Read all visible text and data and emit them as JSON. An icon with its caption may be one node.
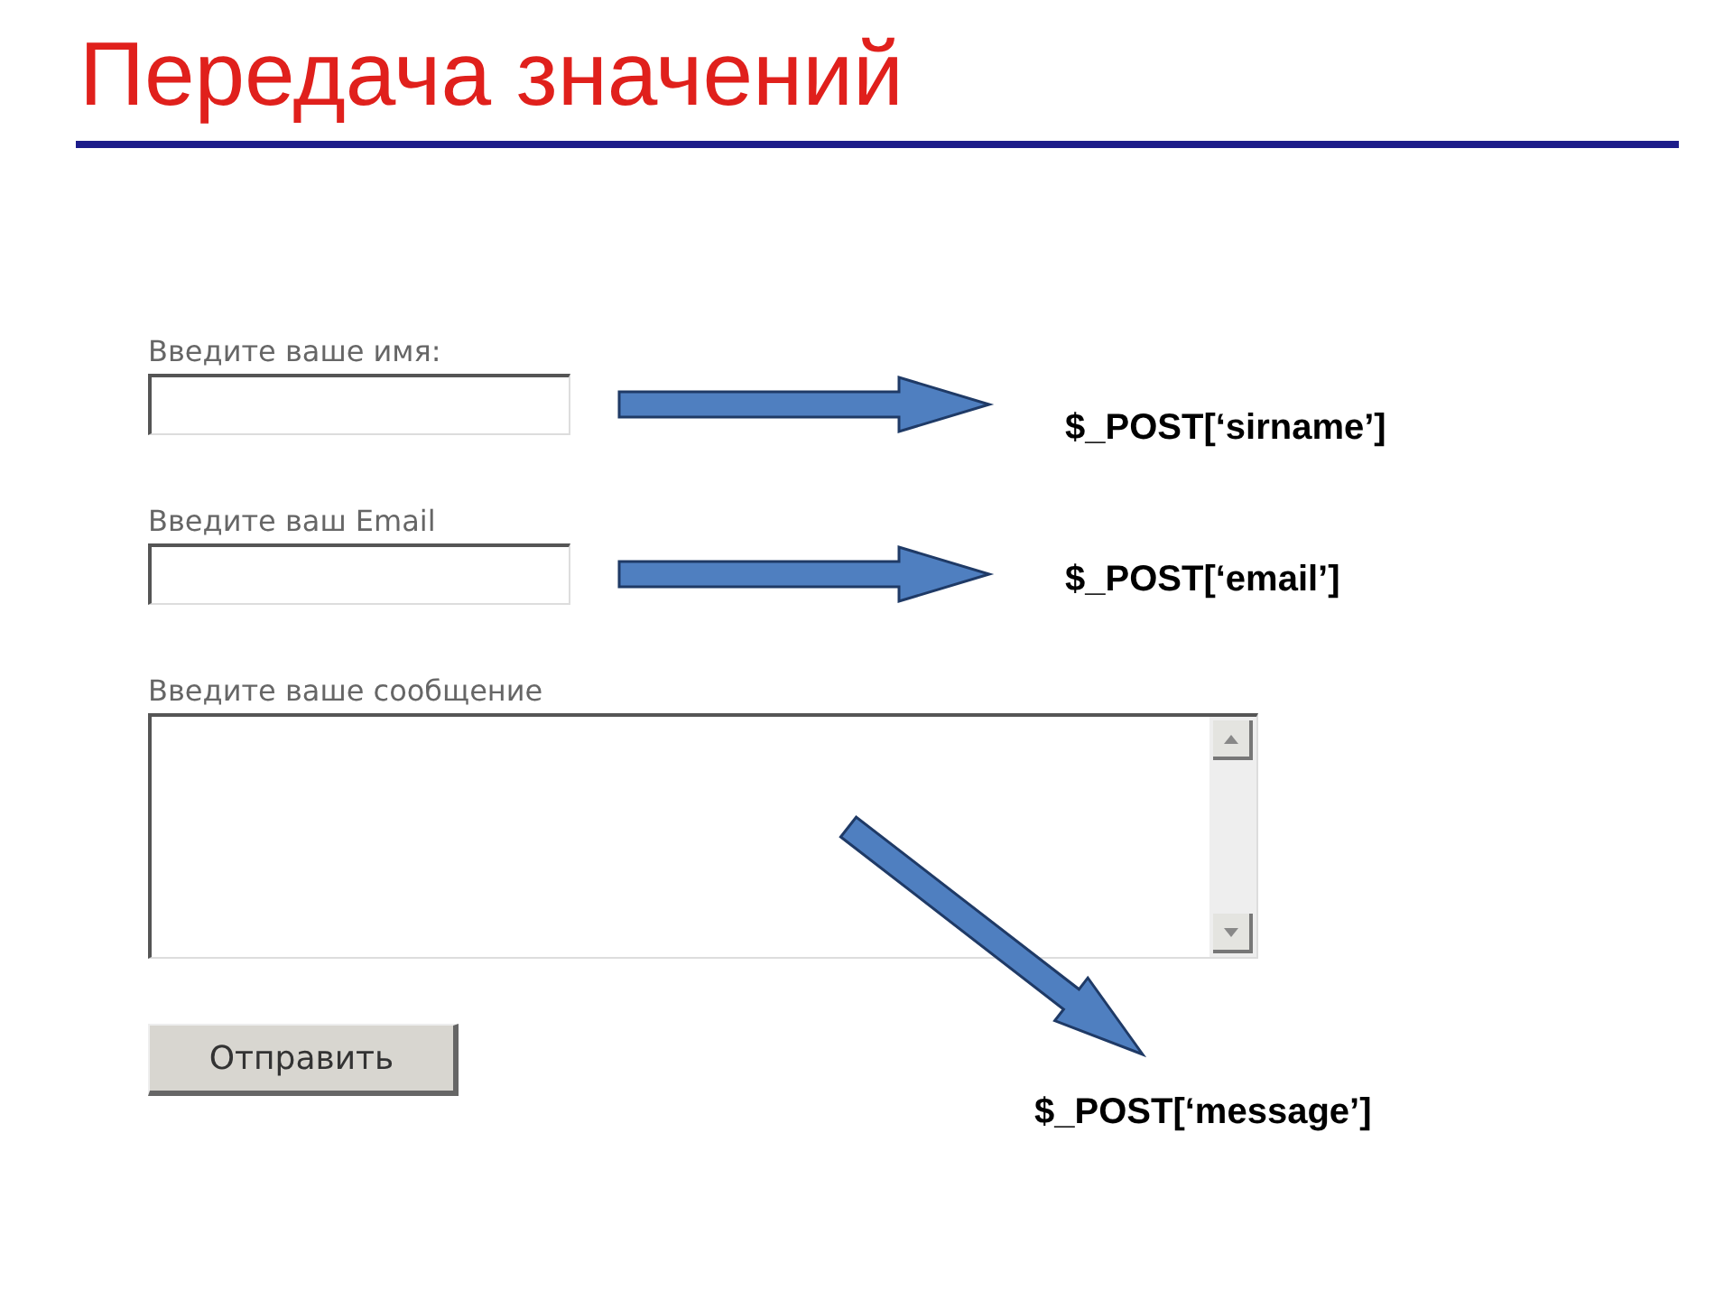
{
  "diagram": {
    "title": "Передача значений",
    "nodes": [
      {
        "text": [
          "Введите ваше имя:"
        ]
      },
      {
        "text": [
          "$_POST[‘sirname’]"
        ]
      },
      {
        "text": [
          "Введите ваш Email"
        ]
      },
      {
        "text": [
          "$_POST[‘email’]"
        ]
      },
      {
        "text": [
          "Введите ваше сообщение"
        ]
      },
      {
        "text": [
          "Отправить"
        ]
      },
      {
        "text": [
          "$_POST[‘message’]"
        ]
      }
    ],
    "edges": [
      {
        "from": 0,
        "to": 1,
        "arrow": "to"
      },
      {
        "from": 2,
        "to": 3,
        "arrow": "to"
      },
      {
        "from": 4,
        "to": 6,
        "arrow": "to"
      }
    ]
  }
}
